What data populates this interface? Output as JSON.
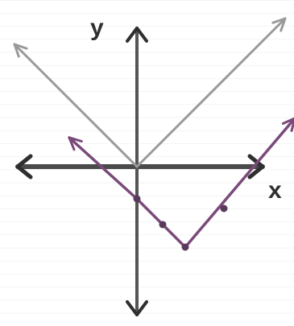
{
  "chart_data": {
    "type": "line",
    "title": "",
    "xlabel": "x",
    "ylabel": "y",
    "xlim": [
      -4,
      4
    ],
    "ylim": [
      -4,
      4
    ],
    "grid": false,
    "axes_color": "#4a4a4a",
    "series": [
      {
        "role": "parent-absolute-value",
        "color": "#9a9a9a",
        "points": [
          [
            -3.8,
            3.8
          ],
          [
            0,
            0
          ],
          [
            4.6,
            4.6
          ]
        ]
      },
      {
        "role": "transformed-absolute-value",
        "color": "#7a4a7a",
        "points": [
          [
            -2.1,
            0.9
          ],
          [
            0,
            -1
          ],
          [
            1.5,
            -2.5
          ],
          [
            4.9,
            1.5
          ]
        ],
        "markers": [
          [
            0,
            -1
          ],
          [
            0.8,
            -1.8
          ],
          [
            1.5,
            -2.5
          ],
          [
            2.7,
            -1.3
          ]
        ]
      }
    ]
  }
}
